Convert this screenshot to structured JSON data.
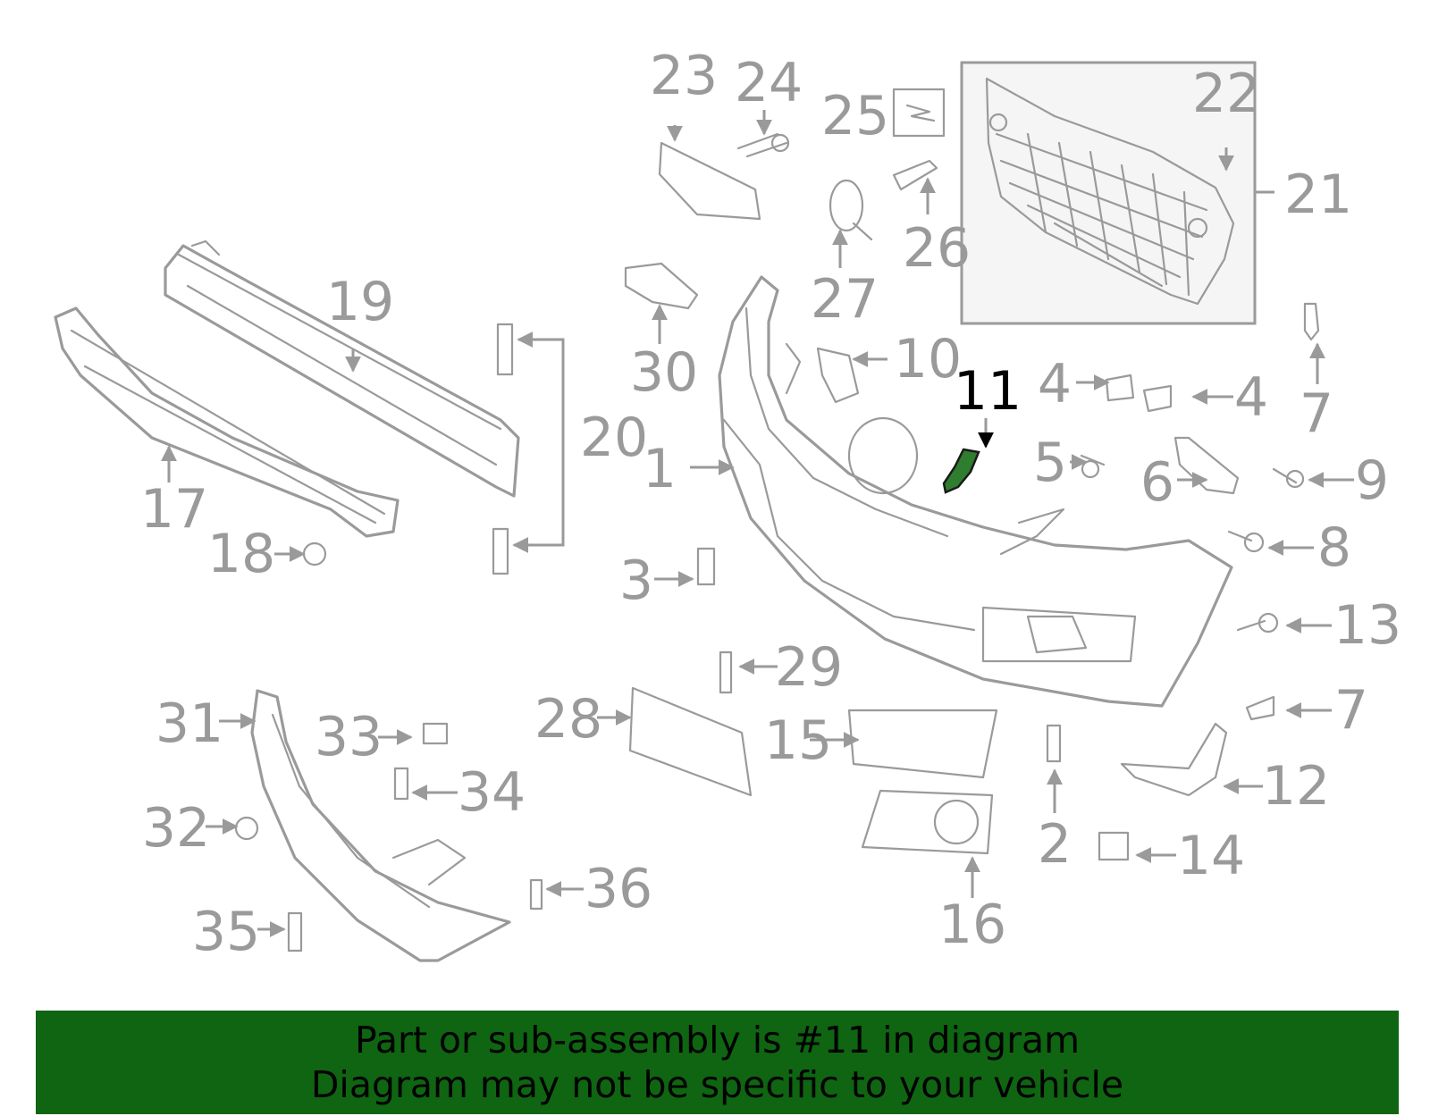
{
  "diagram": {
    "highlight_color": "#2f7d2f",
    "callouts": {
      "c1": "1",
      "c2": "2",
      "c3": "3",
      "c4a": "4",
      "c4b": "4",
      "c5": "5",
      "c6": "6",
      "c7a": "7",
      "c7b": "7",
      "c8": "8",
      "c9": "9",
      "c10": "10",
      "c11": "11",
      "c12": "12",
      "c13": "13",
      "c14": "14",
      "c15": "15",
      "c16": "16",
      "c17": "17",
      "c18": "18",
      "c19": "19",
      "c20": "20",
      "c21": "21",
      "c22": "22",
      "c23": "23",
      "c24": "24",
      "c25": "25",
      "c26": "26",
      "c27": "27",
      "c28": "28",
      "c29": "29",
      "c30": "30",
      "c31": "31",
      "c32": "32",
      "c33": "33",
      "c34": "34",
      "c35": "35",
      "c36": "36"
    }
  },
  "banner": {
    "background": "#0f6511",
    "line1": "Part or sub-assembly is #11 in diagram",
    "line2": "Diagram may not be specific to your vehicle"
  }
}
